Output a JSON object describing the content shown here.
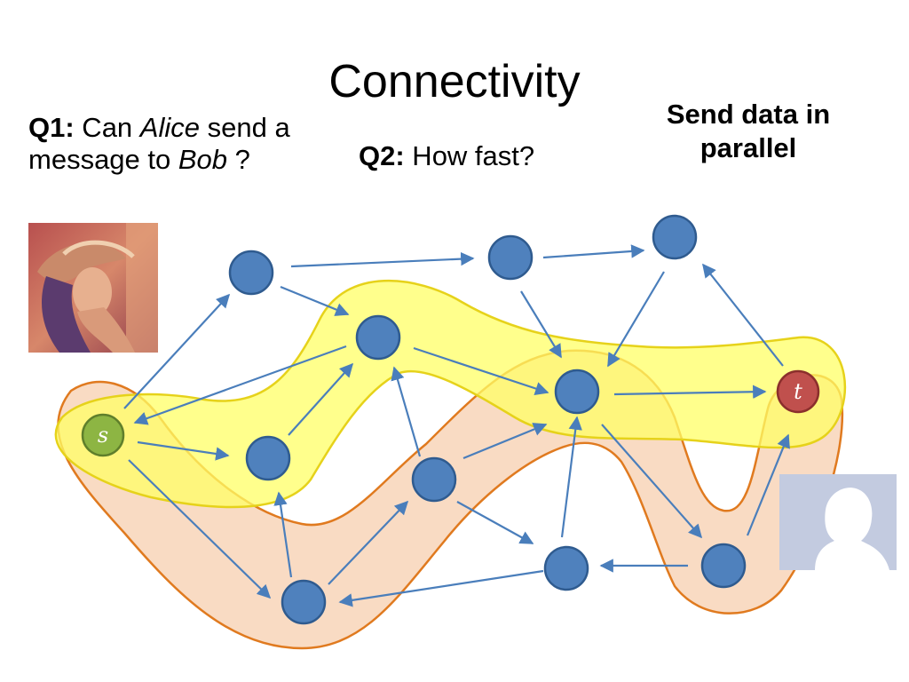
{
  "slide": {
    "title": "Connectivity",
    "q1": {
      "prefix": "Q1:",
      "t1": " Can ",
      "alice": "Alice",
      "t2": " send a message to ",
      "bob": "Bob",
      "t3": " ?"
    },
    "q2": {
      "prefix": "Q2:",
      "text": " How fast?"
    },
    "note": "Send data in parallel"
  },
  "graph": {
    "source_label": "s",
    "sink_label": "t",
    "colors": {
      "node": "#4f81bd",
      "edge": "#4a7ebb",
      "source": "#8db543",
      "sink": "#c0504d",
      "path_yellow": "#ffff66",
      "path_orange": "#f8d5b8",
      "path_orange_stroke": "#e07a1f"
    }
  },
  "images": {
    "alice_photo": "photo-of-alice",
    "bob_avatar": "silhouette-avatar-icon"
  }
}
